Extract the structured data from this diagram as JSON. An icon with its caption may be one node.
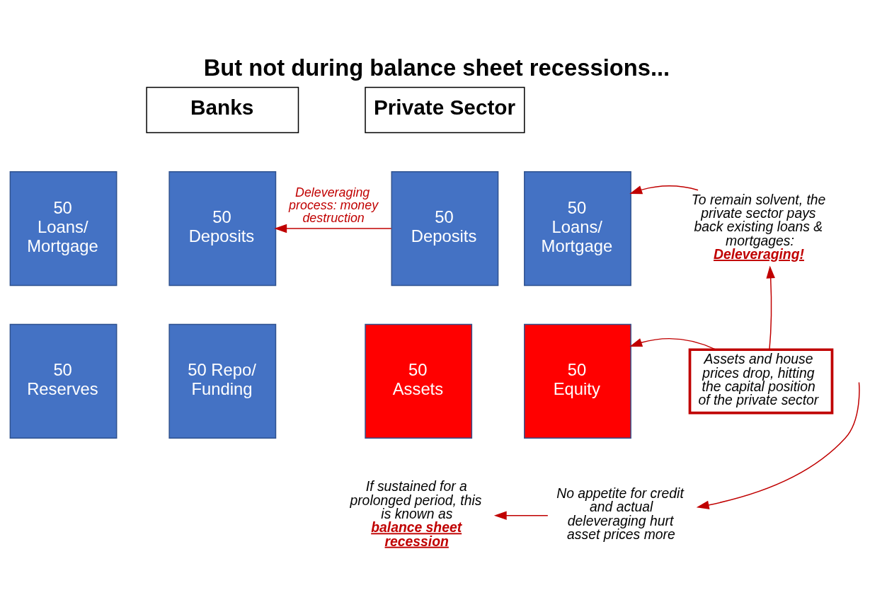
{
  "diagram": {
    "title": "But not during balance sheet recessions...",
    "nodes": [
      {
        "text": [
          "Banks"
        ]
      },
      {
        "text": [
          "Private Sector"
        ]
      },
      {
        "text": [
          "50 Loans/ Mortgage"
        ]
      },
      {
        "text": [
          "50 Reserves"
        ]
      },
      {
        "text": [
          "50 Deposits"
        ]
      },
      {
        "text": [
          "50 Repo/ Funding"
        ]
      },
      {
        "text": [
          "50 Deposits"
        ]
      },
      {
        "text": [
          "50 Assets"
        ]
      },
      {
        "text": [
          "50 Loans/ Mortgage"
        ]
      },
      {
        "text": [
          "50 Equity"
        ]
      },
      {
        "text": [
          "To remain solvent, the private sector pays back existing loans & mortgages:",
          "Deleveraging!"
        ]
      },
      {
        "text": [
          "Assets and house prices drop, hitting the capital position of the private sector"
        ]
      },
      {
        "text": [
          "No appetite for credit and actual deleveraging hurt asset prices more"
        ]
      },
      {
        "text": [
          "If sustained for a prolonged period, this is known as",
          "balance sheet recession"
        ]
      }
    ],
    "edges": [
      {
        "from": 6,
        "to": 4,
        "arrow": "to",
        "label": "Deleveraging process: money destruction",
        "color": "#c00000"
      },
      {
        "from": null,
        "to": 12,
        "arrow": "to",
        "color": "#c00000"
      },
      {
        "from": 10,
        "to": 8,
        "arrow": "to",
        "color": "#c00000"
      },
      {
        "from": 11,
        "to": 10,
        "arrow": "to",
        "color": "#c00000"
      },
      {
        "from": 11,
        "to": 9,
        "arrow": "to",
        "color": "#c00000"
      },
      {
        "from": 12,
        "to": 13,
        "arrow": "to",
        "color": "#c00000"
      }
    ]
  }
}
